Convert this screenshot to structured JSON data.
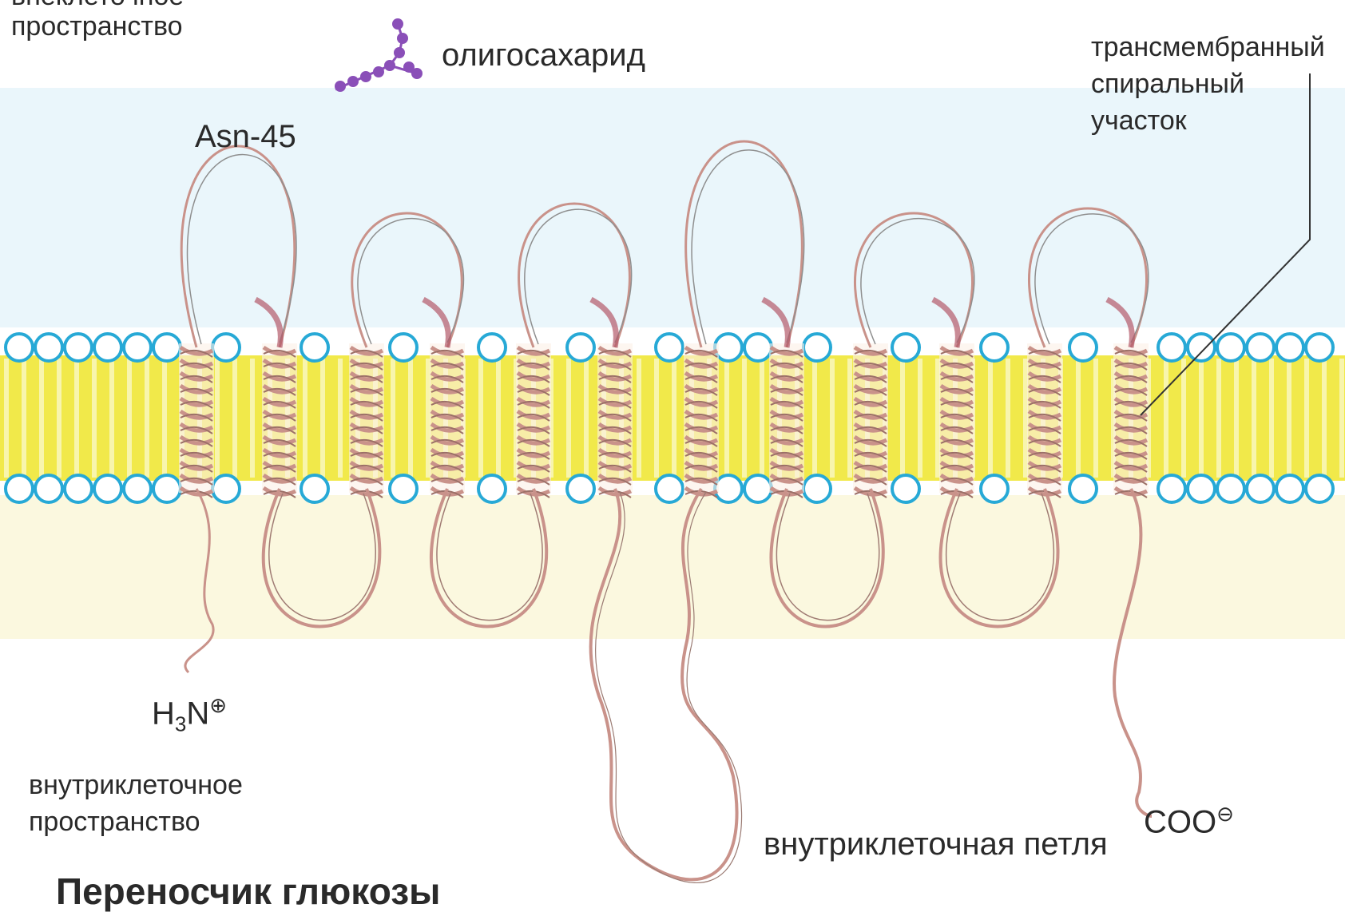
{
  "labels": {
    "extracellular_partial": "внеклеточное",
    "extracellular_space": "пространство",
    "oligosaccharide": "олигосахарид",
    "asn": "Asn-45",
    "tm_helix_line1": "трансмембранный",
    "tm_helix_line2": "спиральный",
    "tm_helix_line3": "участок",
    "n_terminus_main": "H",
    "n_terminus_sub": "3",
    "n_terminus_tail": "N",
    "n_terminus_charge": "⊕",
    "intracellular_line1": "внутриклеточное",
    "intracellular_line2": "пространство",
    "intracellular_loop": "внутриклеточная петля",
    "c_terminus": "COO",
    "c_terminus_charge": "⊖",
    "title": "Переносчик глюкозы"
  },
  "colors": {
    "headgroup_stroke": "#27a9d6",
    "bilayer_fill": "#f1e94a",
    "extracellular_tint": "#eaf6fb",
    "intracellular_tint": "#fbf8df",
    "ribbon": "#c9928a",
    "ribbon_dark": "#b35a6a",
    "oligosaccharide": "#8a4fb8"
  },
  "structure": {
    "transmembrane_helices": 12,
    "extracellular_loops": 6,
    "intracellular_loops": 5
  }
}
